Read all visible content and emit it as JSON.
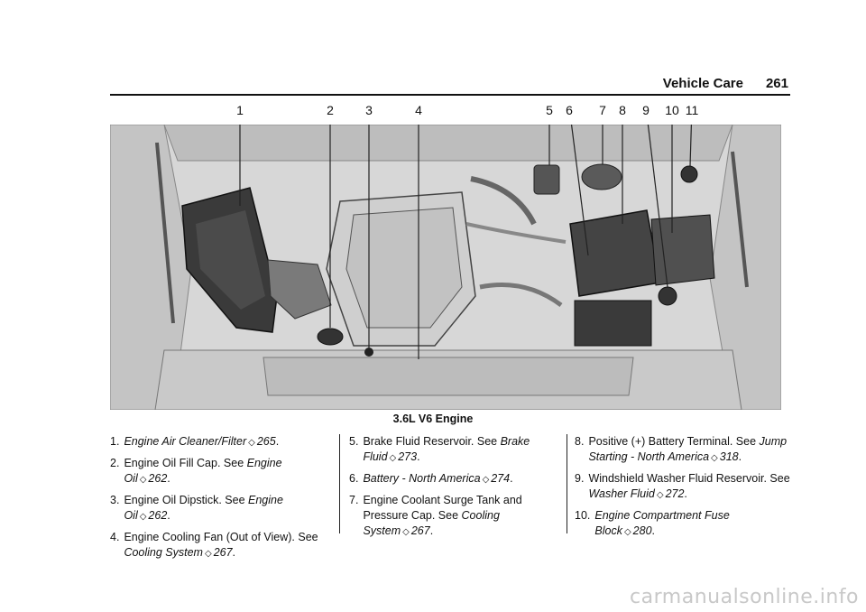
{
  "header": {
    "title": "Vehicle Care",
    "page": "261"
  },
  "callouts": [
    "1",
    "2",
    "3",
    "4",
    "5",
    "6",
    "7",
    "8",
    "9",
    "10",
    "11"
  ],
  "figure": {
    "caption": "3.6L V6 Engine"
  },
  "items": [
    {
      "num": "1.",
      "pre": "",
      "link": "Engine Air Cleaner/Filter",
      "page": "265",
      "post": "."
    },
    {
      "num": "2.",
      "pre": "Engine Oil Fill Cap. See ",
      "link": "Engine Oil",
      "page": "262",
      "post": "."
    },
    {
      "num": "3.",
      "pre": "Engine Oil Dipstick. See ",
      "link": "Engine Oil",
      "page": "262",
      "post": "."
    },
    {
      "num": "4.",
      "pre": "Engine Cooling Fan (Out of View). See ",
      "link": "Cooling System",
      "page": "267",
      "post": "."
    },
    {
      "num": "5.",
      "pre": "Brake Fluid Reservoir. See ",
      "link": "Brake Fluid",
      "page": "273",
      "post": "."
    },
    {
      "num": "6.",
      "pre": "",
      "link": "Battery - North America",
      "page": "274",
      "post": "."
    },
    {
      "num": "7.",
      "pre": "Engine Coolant Surge Tank and Pressure Cap. See ",
      "link": "Cooling System",
      "page": "267",
      "post": "."
    },
    {
      "num": "8.",
      "pre": "Positive (+) Battery Terminal. See ",
      "link": "Jump Starting - North America",
      "page": "318",
      "post": "."
    },
    {
      "num": "9.",
      "pre": "Windshield Washer Fluid Reservoir. See ",
      "link": "Washer Fluid",
      "page": "272",
      "post": "."
    },
    {
      "num": "10.",
      "pre": "",
      "link": "Engine Compartment Fuse Block",
      "page": "280",
      "post": "."
    }
  ],
  "symbols": {
    "arrow": "◇"
  },
  "watermark": "carmanualsonline.info"
}
